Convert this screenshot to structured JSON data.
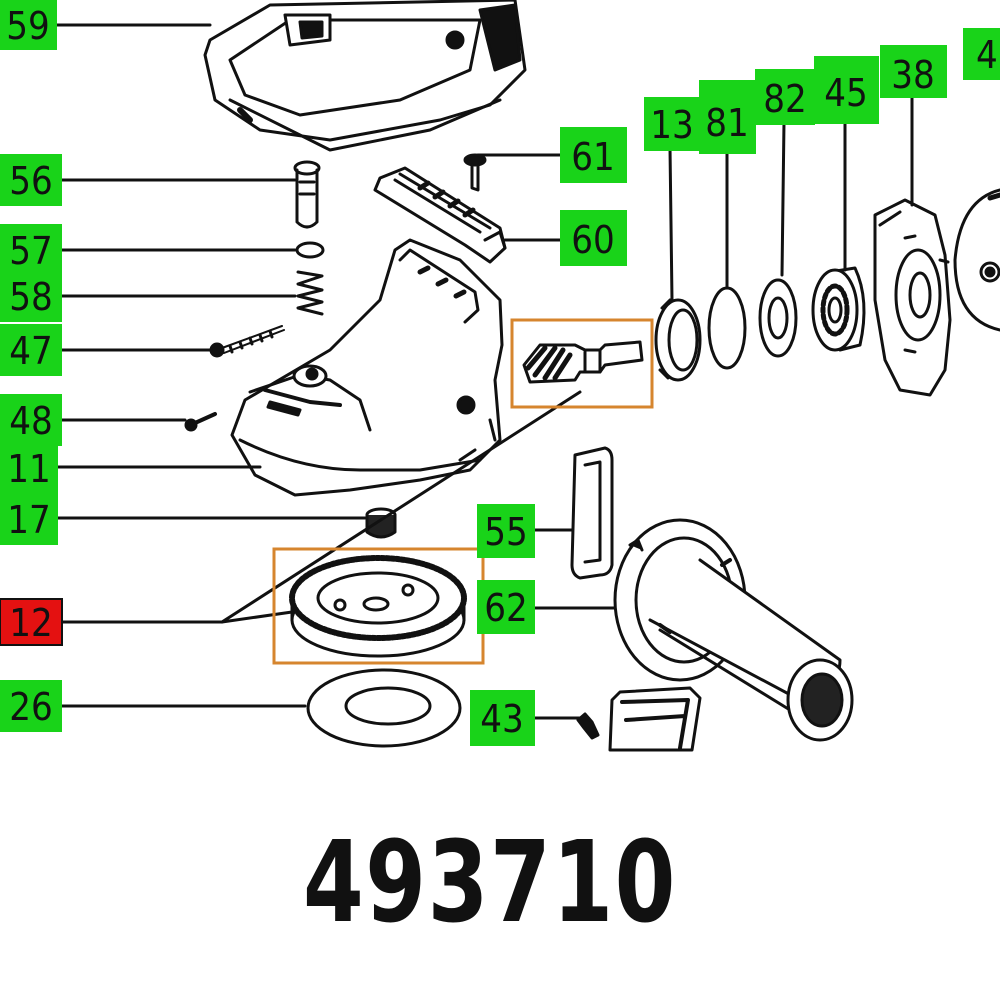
{
  "part_number": "493710",
  "colors": {
    "label_bg": "#19d319",
    "highlight_bg": "#e41111",
    "focus_box": "#d6852e",
    "ink": "#111111"
  },
  "callouts": {
    "c59": "59",
    "c56": "56",
    "c57": "57",
    "c58": "58",
    "c47": "47",
    "c48": "48",
    "c11": "11",
    "c17": "17",
    "c12": "12",
    "c26": "26",
    "c61": "61",
    "c60": "60",
    "c13": "13",
    "c81": "81",
    "c82": "82",
    "c45": "45",
    "c38": "38",
    "c4": "4",
    "c55": "55",
    "c62": "62",
    "c43": "43"
  },
  "highlighted_callout": "12"
}
